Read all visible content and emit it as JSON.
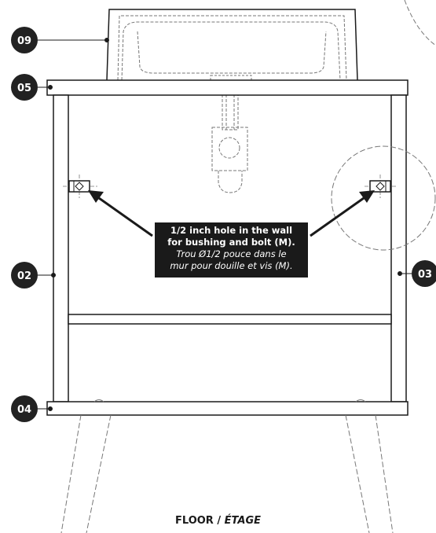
{
  "callout": {
    "line1": "1/2 inch hole in the wall",
    "line2": "for bushing and bolt (M).",
    "line3": "Trou Ø1/2 pouce dans le",
    "line4": "mur pour douille et vis (M)."
  },
  "floor": {
    "english": "FLOOR",
    "separator": " / ",
    "french": "ÉTAGE"
  },
  "part_labels": {
    "p09": "09",
    "p05": "05",
    "p02": "02",
    "p03": "03",
    "p04": "04"
  },
  "colors": {
    "line": "#1a1a1a",
    "hidden_line": "#777777",
    "badge": "#222222"
  }
}
